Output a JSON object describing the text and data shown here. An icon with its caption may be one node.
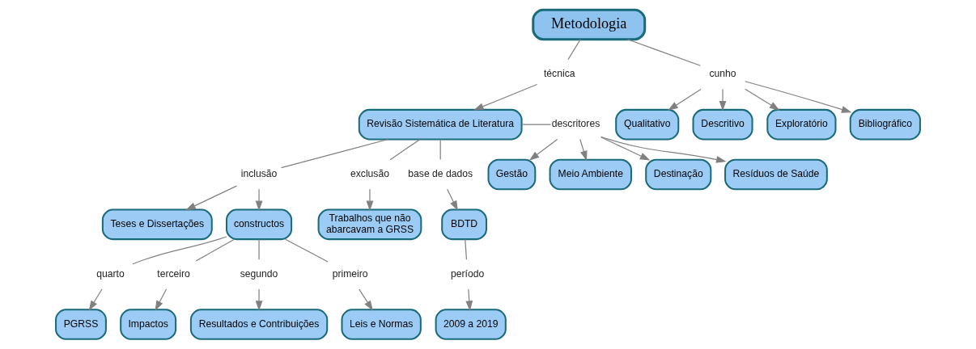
{
  "diagram": {
    "nodes": [
      {
        "text": [
          "Metodologia"
        ]
      },
      {
        "text": [
          "técnica"
        ]
      },
      {
        "text": [
          "cunho"
        ]
      },
      {
        "text": [
          "Qualitativo"
        ]
      },
      {
        "text": [
          "Descritivo"
        ]
      },
      {
        "text": [
          "Exploratório"
        ]
      },
      {
        "text": [
          "Bibliográfico"
        ]
      },
      {
        "text": [
          "Revisão Sistemática de Literatura"
        ]
      },
      {
        "text": [
          "descritores"
        ]
      },
      {
        "text": [
          "Gestão"
        ]
      },
      {
        "text": [
          "Meio Ambiente"
        ]
      },
      {
        "text": [
          "Destinação"
        ]
      },
      {
        "text": [
          "Resíduos de Saúde"
        ]
      },
      {
        "text": [
          "inclusão"
        ]
      },
      {
        "text": [
          "exclusão"
        ]
      },
      {
        "text": [
          "base de dados"
        ]
      },
      {
        "text": [
          "Teses e Dissertações"
        ]
      },
      {
        "text": [
          "constructos"
        ]
      },
      {
        "text": [
          "Trabalhos que não abarcavam a GRSS"
        ]
      },
      {
        "text": [
          "BDTD"
        ]
      },
      {
        "text": [
          "quarto"
        ]
      },
      {
        "text": [
          "terceiro"
        ]
      },
      {
        "text": [
          "segundo"
        ]
      },
      {
        "text": [
          "primeiro"
        ]
      },
      {
        "text": [
          "PGRSS"
        ]
      },
      {
        "text": [
          "Impactos"
        ]
      },
      {
        "text": [
          "Resultados e Contribuições"
        ]
      },
      {
        "text": [
          "Leis e Normas"
        ]
      },
      {
        "text": [
          "período"
        ]
      },
      {
        "text": [
          "2009 a 2019"
        ]
      }
    ],
    "edges": [
      {
        "from": 0,
        "to": 1,
        "arrow": "none"
      },
      {
        "from": 1,
        "to": 7,
        "arrow": "to"
      },
      {
        "from": 0,
        "to": 2,
        "arrow": "none"
      },
      {
        "from": 2,
        "to": 3,
        "arrow": "to"
      },
      {
        "from": 2,
        "to": 4,
        "arrow": "to"
      },
      {
        "from": 2,
        "to": 5,
        "arrow": "to"
      },
      {
        "from": 2,
        "to": 6,
        "arrow": "to"
      },
      {
        "from": 7,
        "to": 8,
        "arrow": "none"
      },
      {
        "from": 8,
        "to": 9,
        "arrow": "to"
      },
      {
        "from": 8,
        "to": 10,
        "arrow": "to"
      },
      {
        "from": 8,
        "to": 11,
        "arrow": "to"
      },
      {
        "from": 8,
        "to": 12,
        "arrow": "to"
      },
      {
        "from": 7,
        "to": 13,
        "arrow": "none"
      },
      {
        "from": 13,
        "to": 16,
        "arrow": "to"
      },
      {
        "from": 13,
        "to": 17,
        "arrow": "to"
      },
      {
        "from": 7,
        "to": 14,
        "arrow": "none"
      },
      {
        "from": 14,
        "to": 18,
        "arrow": "to"
      },
      {
        "from": 7,
        "to": 15,
        "arrow": "none"
      },
      {
        "from": 15,
        "to": 19,
        "arrow": "to"
      },
      {
        "from": 17,
        "to": 20,
        "arrow": "none"
      },
      {
        "from": 20,
        "to": 24,
        "arrow": "to"
      },
      {
        "from": 17,
        "to": 21,
        "arrow": "none"
      },
      {
        "from": 21,
        "to": 25,
        "arrow": "to"
      },
      {
        "from": 17,
        "to": 22,
        "arrow": "none"
      },
      {
        "from": 22,
        "to": 26,
        "arrow": "to"
      },
      {
        "from": 17,
        "to": 23,
        "arrow": "none"
      },
      {
        "from": 23,
        "to": 27,
        "arrow": "to"
      },
      {
        "from": 19,
        "to": 28,
        "arrow": "none"
      },
      {
        "from": 28,
        "to": 29,
        "arrow": "to"
      }
    ]
  }
}
